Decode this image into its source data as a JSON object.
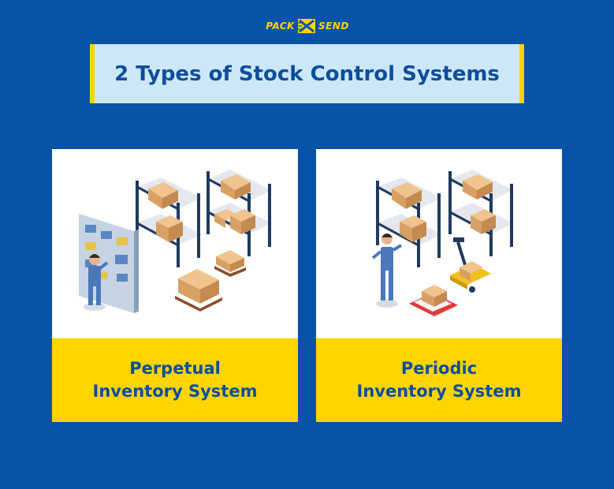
{
  "logo": {
    "left_word": "PACK",
    "right_word": "SEND"
  },
  "title": "2 Types of Stock Control Systems",
  "cards": [
    {
      "line1": "Perpetual",
      "line2": "Inventory System"
    },
    {
      "line1": "Periodic",
      "line2": "Inventory System"
    }
  ],
  "colors": {
    "background": "#0852a8",
    "accent": "#ffd500",
    "title_bg": "#cce8f8",
    "text": "#0b4d9e"
  }
}
